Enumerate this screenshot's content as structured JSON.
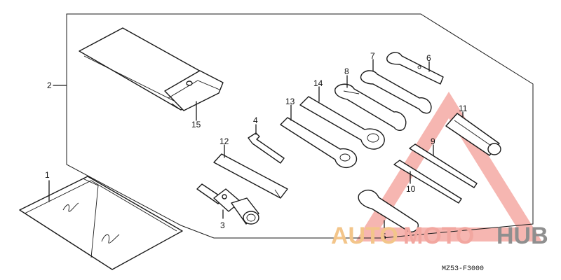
{
  "diagram": {
    "part_labels": {
      "p1": "1",
      "p2": "2",
      "p3": "3",
      "p4": "4",
      "p5": "5",
      "p6": "6",
      "p7": "7",
      "p8": "8",
      "p9": "9",
      "p10": "10",
      "p11": "11",
      "p12": "12",
      "p13": "13",
      "p14": "14",
      "p15": "15"
    },
    "drawing_code": "MZ53-F3000"
  },
  "watermark": {
    "part1": "AUTO",
    "part2": "MOTO",
    "part3": "HUB",
    "colors": {
      "auto": "#f3c58a",
      "moto": "#f2a7a0",
      "hub": "#8f8f8f",
      "triangle": "#f4a9a3"
    }
  }
}
